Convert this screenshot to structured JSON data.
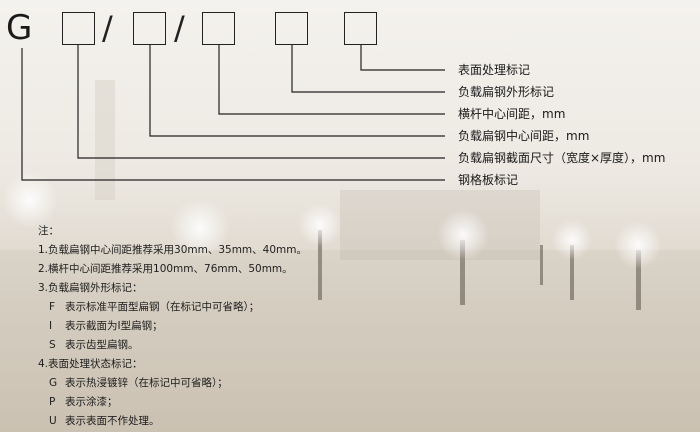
{
  "code": {
    "prefix": "G",
    "separators": [
      "/",
      "/"
    ]
  },
  "legend": [
    "表面处理标记",
    "负载扁钢外形标记",
    "横杆中心间距，mm",
    "负载扁钢中心间距，mm",
    "负载扁钢截面尺寸（宽度×厚度），mm",
    "钢格板标记"
  ],
  "notes": {
    "title": "注：",
    "items": [
      "1.负载扁钢中心间距推荐采用30mm、35mm、40mm。",
      "2.横杆中心间距推荐采用100mm、76mm、50mm。",
      "3.负载扁钢外形标记："
    ],
    "shape_marks": [
      {
        "letter": "F",
        "text": "表示标准平面型扁钢（在标记中可省略）；"
      },
      {
        "letter": "I",
        "text": "表示截面为I型扁钢；"
      },
      {
        "letter": "S",
        "text": "表示齿型扁钢。"
      }
    ],
    "surface_title": "4.表面处理状态标记：",
    "surface_marks": [
      {
        "letter": "G",
        "text": "表示热浸镀锌（在标记中可省略）；"
      },
      {
        "letter": "P",
        "text": "表示涂漆；"
      },
      {
        "letter": "U",
        "text": "表示表面不作处理。"
      }
    ]
  },
  "colors": {
    "ink": "#222222",
    "background": "#ede9e2"
  }
}
